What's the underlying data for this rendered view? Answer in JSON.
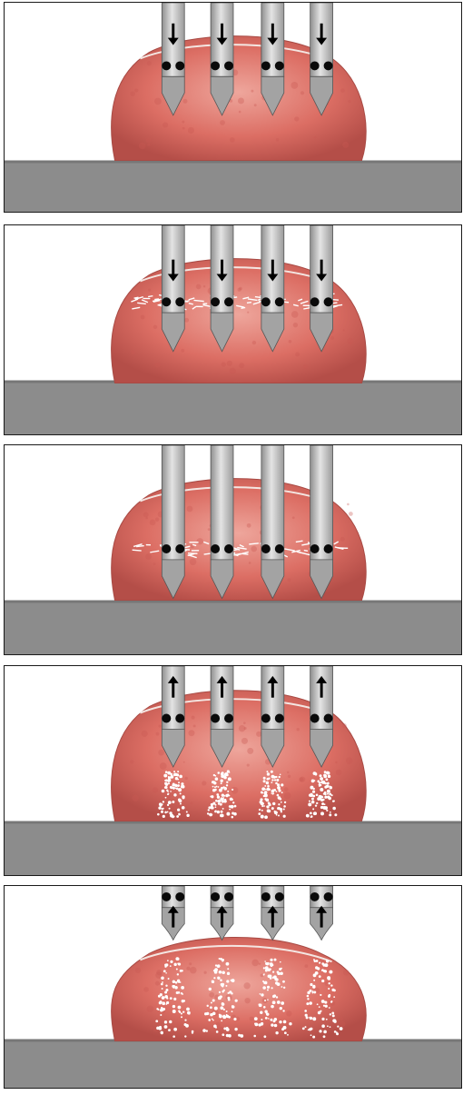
{
  "colors": {
    "background": "#ffffff",
    "border": "#1a1a1a",
    "meat": "#dc6e64",
    "meat_light": "#eea69c",
    "meat_dark": "#b44e48",
    "conveyor": "#8c8c8c",
    "needle": "#b9b9b9",
    "needle_dark": "#8a8a8a",
    "tip": "#a3a3a3",
    "valve": "#0a0a0a",
    "brine": "#ffffff"
  },
  "panels": [
    {
      "step": 1,
      "needle_depth": "partial",
      "needle_direction": "down",
      "brine_pattern": "none"
    },
    {
      "step": 2,
      "needle_depth": "half",
      "needle_direction": "down",
      "brine_pattern": "horizontal-spray"
    },
    {
      "step": 3,
      "needle_depth": "deep",
      "needle_direction": "none",
      "brine_pattern": "horizontal-spray"
    },
    {
      "step": 4,
      "needle_depth": "half",
      "needle_direction": "up",
      "brine_pattern": "dispersed-columns"
    },
    {
      "step": 5,
      "needle_depth": "withdrawn",
      "needle_direction": "up",
      "brine_pattern": "dispersed-columns"
    }
  ],
  "icons": [
    "arrow-down-icon",
    "arrow-up-icon",
    "valve-icon",
    "needle-tip-icon"
  ]
}
